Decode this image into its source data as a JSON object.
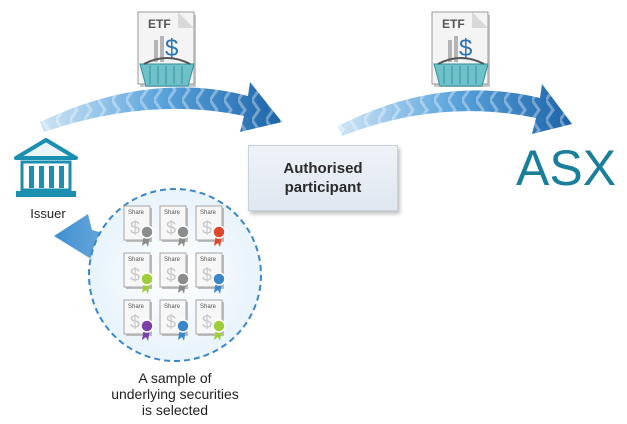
{
  "issuer": {
    "label": "Issuer",
    "icon": "bank-building-icon"
  },
  "etf_documents": [
    {
      "label": "ETF",
      "icon": "etf-document-basket-icon"
    },
    {
      "label": "ETF",
      "icon": "etf-document-basket-icon"
    }
  ],
  "authorised_participant": {
    "label": "Authorised\nparticipant"
  },
  "exchange": {
    "label": "ASX"
  },
  "securities_sample": {
    "caption": "A sample of\nunderlying securities\nis selected",
    "share_label": "Share",
    "badges": [
      [
        "#8c8c8c",
        "#8c8c8c",
        "#e0462b"
      ],
      [
        "#9fce3a",
        "#8c8c8c",
        "#3b87c9"
      ],
      [
        "#7a3fa8",
        "#3b87c9",
        "#9fce3a"
      ]
    ]
  },
  "colors": {
    "arrow_dark": "#2a73b4",
    "arrow_light": "#8fc3ea",
    "asx": "#1a7f9a",
    "bank": "#1a8fb0"
  }
}
